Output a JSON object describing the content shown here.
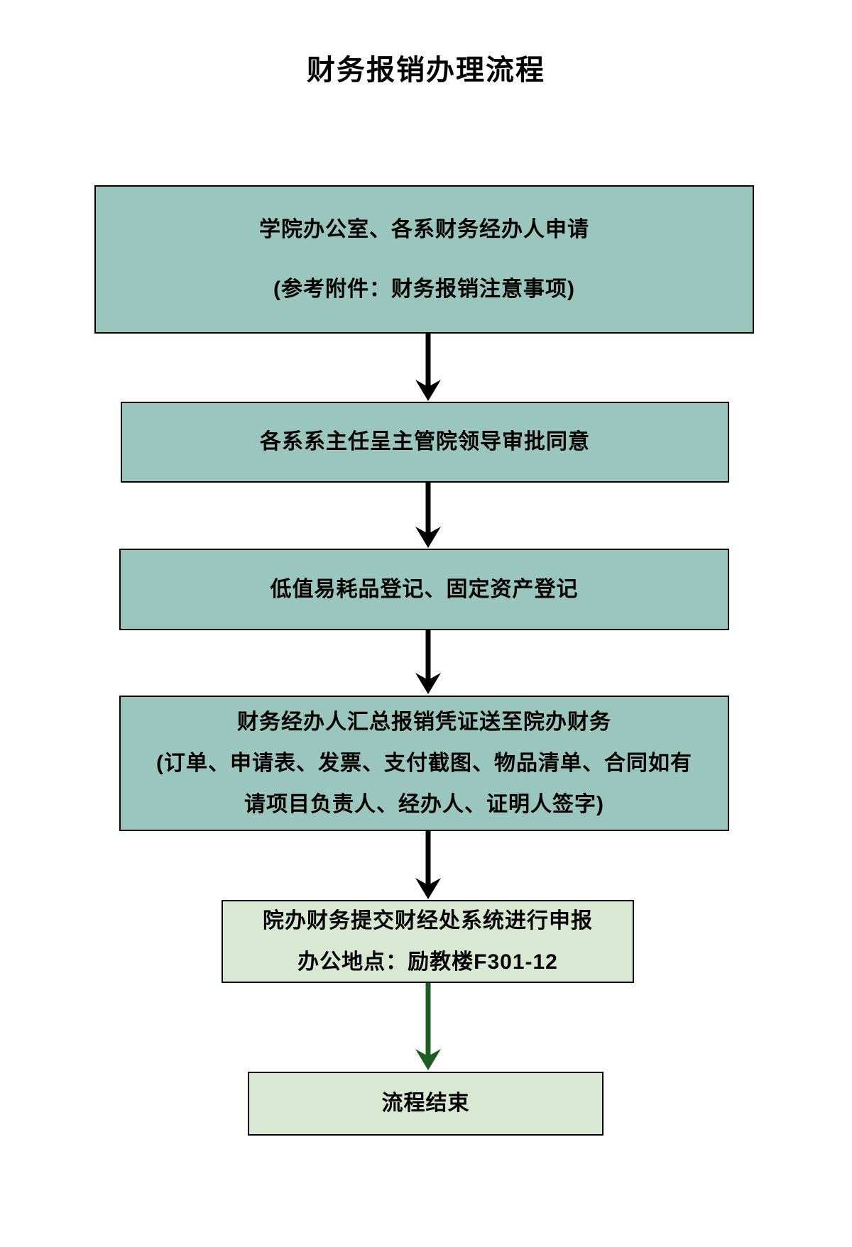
{
  "page": {
    "title": "财务报销办理流程"
  },
  "flow": {
    "steps": [
      {
        "name": "application",
        "lines": [
          "学院办公室、各系财务经办人申请",
          "(参考附件：财务报销注意事项)"
        ]
      },
      {
        "name": "approval",
        "lines": [
          "各系系主任呈主管院领导审批同意"
        ]
      },
      {
        "name": "registration",
        "lines": [
          "低值易耗品登记、固定资产登记"
        ]
      },
      {
        "name": "submit-vouchers",
        "lines": [
          "财务经办人汇总报销凭证送至院办财务",
          "(订单、申请表、发票、支付截图、物品清单、合同如有",
          "请项目负责人、经办人、证明人签字)"
        ]
      },
      {
        "name": "declare",
        "lines": [
          "院办财务提交财经处系统进行申报",
          "办公地点：励教楼F301-12"
        ]
      },
      {
        "name": "end",
        "lines": [
          "流程结束"
        ]
      }
    ]
  },
  "colors": {
    "step-fill": "#9AC6BE",
    "final-fill": "#D8E8D3",
    "border": "#000000",
    "arrow": "#000000",
    "arrow-accent": "#1B5E20",
    "text": "#000000",
    "background": "#FFFFFF"
  }
}
